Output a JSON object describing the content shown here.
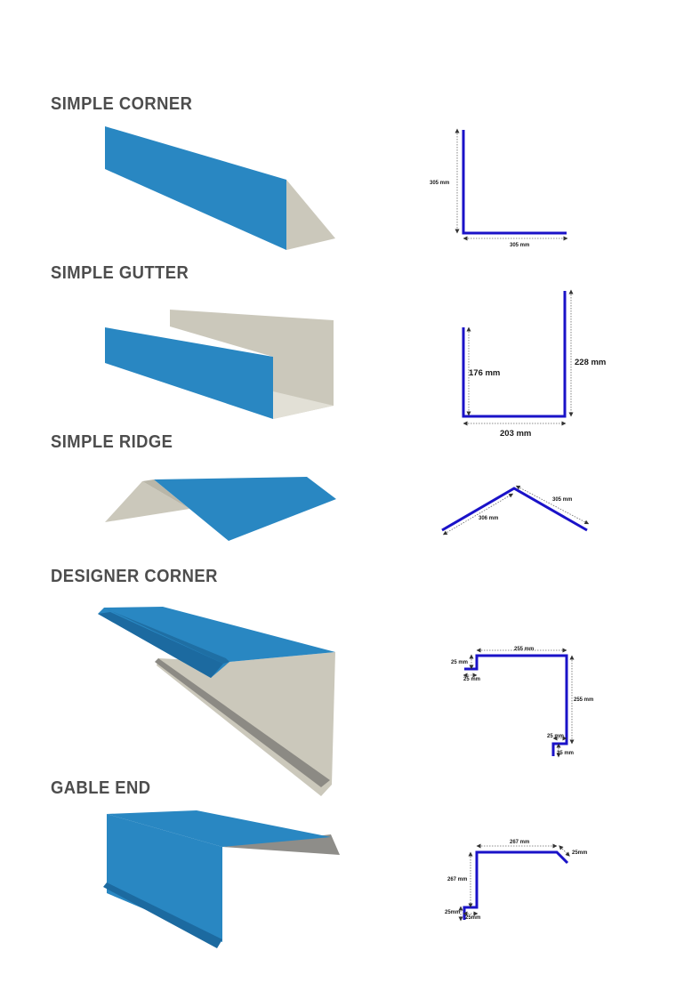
{
  "sections": [
    {
      "title": "SIMPLE CORNER",
      "dims": [
        "305 mm",
        "305 mm"
      ]
    },
    {
      "title": "SIMPLE GUTTER",
      "dims": [
        "176 mm",
        "228 mm",
        "203 mm"
      ]
    },
    {
      "title": "SIMPLE RIDGE",
      "dims": [
        "305 mm",
        "306 mm"
      ]
    },
    {
      "title": "DESIGNER CORNER",
      "dims": [
        "255 mm",
        "25 mm",
        "25 mm",
        "255 mm",
        "25 mm",
        "25 mm"
      ]
    },
    {
      "title": "GABLE END",
      "dims": [
        "267 mm",
        "25mm",
        "267 mm",
        "25mm",
        "25mm"
      ]
    }
  ],
  "colors": {
    "blue_face": "#2987c2",
    "grey_face": "#cbc8bb",
    "profile_line": "#1a12c8",
    "heading": "#4d4d4d"
  }
}
